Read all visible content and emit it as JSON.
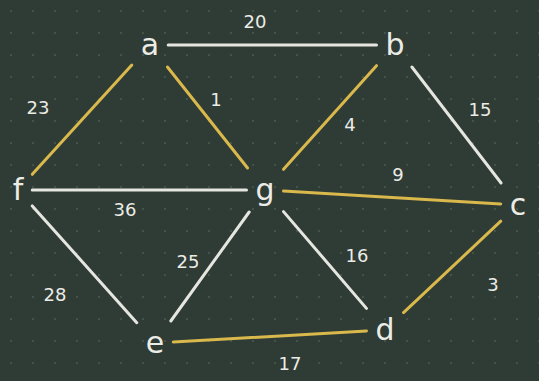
{
  "diagram": {
    "nodes": [
      {
        "text": [
          "a"
        ]
      },
      {
        "text": [
          "b"
        ]
      },
      {
        "text": [
          "f"
        ]
      },
      {
        "text": [
          "g"
        ]
      },
      {
        "text": [
          "c"
        ]
      },
      {
        "text": [
          "e"
        ]
      },
      {
        "text": [
          "d"
        ]
      }
    ],
    "edges": [
      {
        "from": 0,
        "to": 1,
        "arrow": "none",
        "label": "20"
      },
      {
        "from": 0,
        "to": 2,
        "arrow": "none",
        "label": "23"
      },
      {
        "from": 0,
        "to": 3,
        "arrow": "none",
        "label": "1"
      },
      {
        "from": 1,
        "to": 3,
        "arrow": "none",
        "label": "4"
      },
      {
        "from": 1,
        "to": 4,
        "arrow": "none",
        "label": "15"
      },
      {
        "from": 2,
        "to": 3,
        "arrow": "none",
        "label": "36"
      },
      {
        "from": 3,
        "to": 4,
        "arrow": "none",
        "label": "9"
      },
      {
        "from": 2,
        "to": 5,
        "arrow": "none",
        "label": "28"
      },
      {
        "from": 3,
        "to": 5,
        "arrow": "none",
        "label": "25"
      },
      {
        "from": 3,
        "to": 6,
        "arrow": "none",
        "label": "16"
      },
      {
        "from": 4,
        "to": 6,
        "arrow": "none",
        "label": "3"
      },
      {
        "from": 5,
        "to": 6,
        "arrow": "none",
        "label": "17"
      }
    ]
  }
}
